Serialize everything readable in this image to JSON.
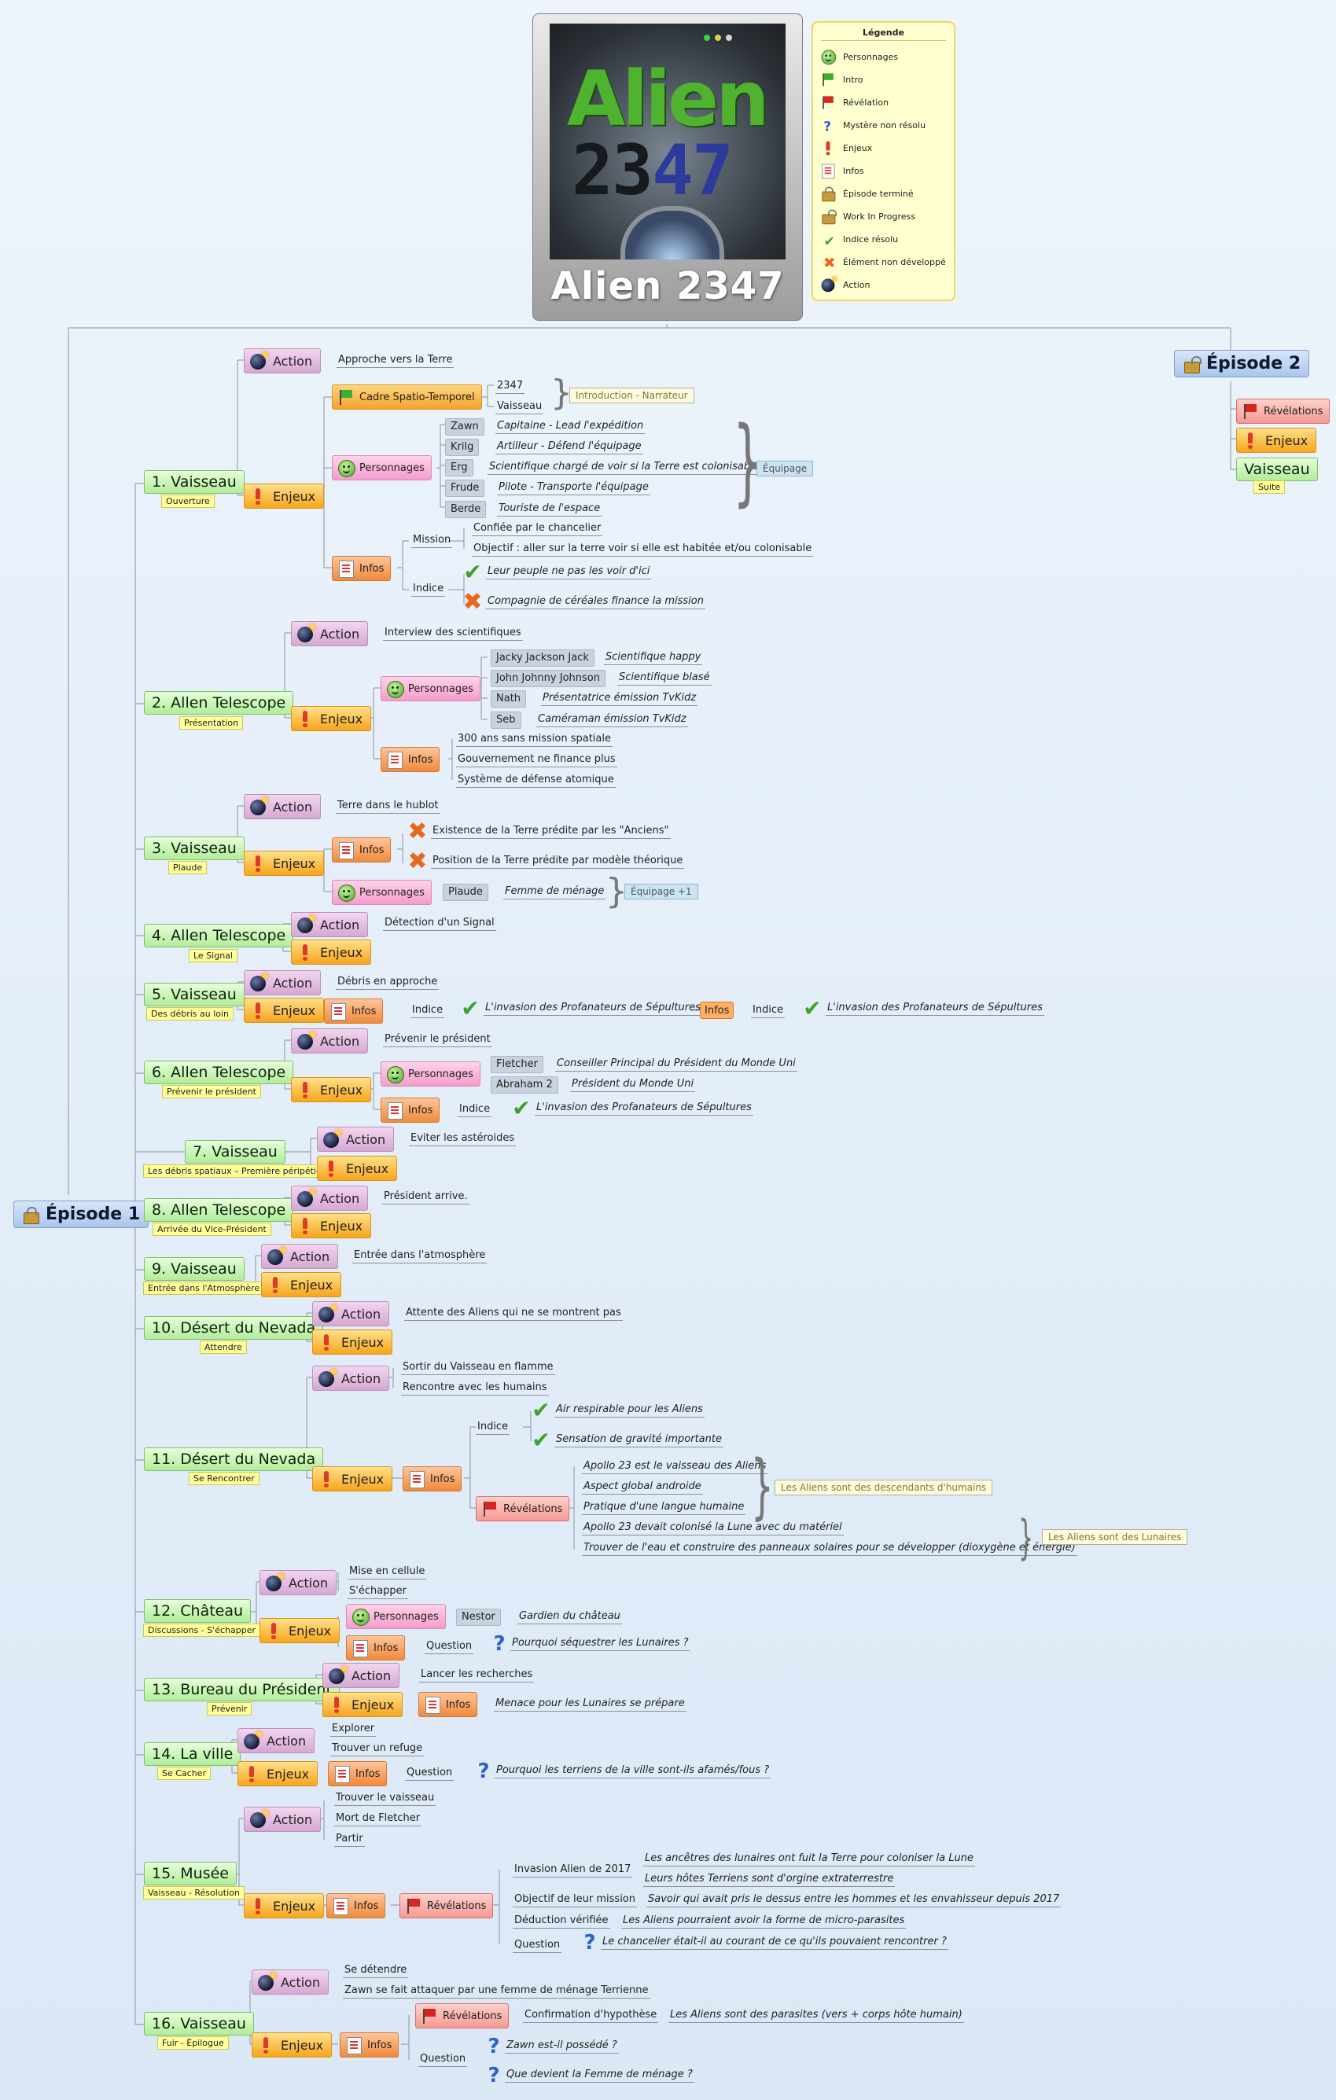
{
  "title": {
    "image_title": "Alien 2347",
    "poster_logo_top": "Alien",
    "poster_logo_num_a": "23",
    "poster_logo_num_b": "47"
  },
  "legend": {
    "heading": "Légende",
    "items": [
      {
        "icon": "smiley-icon",
        "label": "Personnages"
      },
      {
        "icon": "green-flag-icon",
        "label": "Intro"
      },
      {
        "icon": "red-flag-icon",
        "label": "Révélation"
      },
      {
        "icon": "question-mark-icon",
        "label": "Mystère non résolu"
      },
      {
        "icon": "exclamation-icon",
        "label": "Enjeux"
      },
      {
        "icon": "memo-icon",
        "label": "Infos"
      },
      {
        "icon": "lock-icon",
        "label": "Épisode terminé"
      },
      {
        "icon": "unlock-icon",
        "label": "Work In Progress"
      },
      {
        "icon": "check-icon",
        "label": "Indice résolu"
      },
      {
        "icon": "cross-icon",
        "label": "Élément non développé"
      },
      {
        "icon": "bomb-icon",
        "label": "Action"
      }
    ]
  },
  "labels": {
    "action": "Action",
    "enjeux": "Enjeux",
    "infos": "Infos",
    "personnages": "Personnages",
    "revelations": "Révélations",
    "mission": "Mission",
    "indice": "Indice",
    "question": "Question"
  },
  "episode1": {
    "label": "Épisode 1"
  },
  "episode2": {
    "label": "Épisode 2",
    "revelations": "Révélations",
    "enjeux": "Enjeux",
    "vaisseau": "Vaisseau",
    "suite": "Suite"
  },
  "ch1": {
    "title": "1. Vaisseau",
    "note": "Ouverture",
    "action_text": "Approche vers la Terre",
    "cadre": "Cadre Spatio-Temporel",
    "cadre_items": [
      "2347",
      "Vaisseau"
    ],
    "cadre_summary": "Introduction -  Narrateur",
    "crew": [
      {
        "name": "Zawn",
        "desc": "Capitaine - Lead l'expédition"
      },
      {
        "name": "Krilg",
        "desc": "Artilleur - Défend l'équipage"
      },
      {
        "name": "Erg",
        "desc": "Scientifique chargé de voir si la Terre est colonisable"
      },
      {
        "name": "Frude",
        "desc": "Pilote - Transporte l'équipage"
      },
      {
        "name": "Berde",
        "desc": "Touriste de l'espace"
      }
    ],
    "crew_summary": "Équipage",
    "mission": [
      "Confiée par le chancelier",
      "Objectif : aller sur la terre voir si elle est habitée et/ou colonisable"
    ],
    "indice": [
      "Leur peuple ne pas les voir d'ici",
      "Compagnie de céréales finance la mission"
    ]
  },
  "ch2": {
    "title": "2. Allen Telescope",
    "note": "Présentation",
    "action_text": "Interview des scientifiques",
    "people": [
      {
        "name": "Jacky Jackson Jack",
        "desc": "Scientifique happy"
      },
      {
        "name": "John Johnny Johnson",
        "desc": "Scientifique blasé"
      },
      {
        "name": "Nath",
        "desc": "Présentatrice émission TvKidz"
      },
      {
        "name": "Seb",
        "desc": "Caméraman émission TvKidz"
      }
    ],
    "infos": [
      "300 ans sans mission spatiale",
      "Gouvernement ne finance plus",
      "Système de défense atomique"
    ]
  },
  "ch3": {
    "title": "3. Vaisseau",
    "note": "Plaude",
    "action_text": "Terre dans le hublot",
    "infos": [
      "Existence de la Terre prédite par les \"Anciens\"",
      "Position de la Terre prédite par modèle théorique"
    ],
    "person": {
      "name": "Plaude",
      "desc": "Femme de ménage"
    },
    "summary": "Équipage +1"
  },
  "ch4": {
    "title": "4. Allen Telescope",
    "note": "Le Signal",
    "action_text": "Détection d'un Signal"
  },
  "ch5": {
    "title": "5. Vaisseau",
    "note": "Des débris au loin",
    "action_text": "Débris en approche",
    "indice_a": "L'invasion des Profanateurs de Sépultures",
    "indice_b": "L'invasion des Profanateurs de Sépultures"
  },
  "ch6": {
    "title": "6. Allen Telescope",
    "note": "Prévenir le président",
    "action_text": "Prévenir le président",
    "people": [
      {
        "name": "Fletcher",
        "desc": "Conseiller Principal du Président du Monde Uni"
      },
      {
        "name": "Abraham 2",
        "desc": "Président du Monde Uni"
      }
    ],
    "indice": "L'invasion des Profanateurs de Sépultures"
  },
  "ch7": {
    "title": "7. Vaisseau",
    "note": "Les débris spatiaux – Première péripétie",
    "action_text": "Eviter les astéroides"
  },
  "ch8": {
    "title": "8. Allen Telescope",
    "note": "Arrivée du Vice-Président",
    "action_text": "Président arrive."
  },
  "ch9": {
    "title": "9. Vaisseau",
    "note": "Entrée dans l'Atmosphère",
    "action_text": "Entrée dans l'atmosphère"
  },
  "ch10": {
    "title": "10. Désert du Nevada",
    "note": "Attendre",
    "action_text": "Attente des Aliens qui ne se montrent pas"
  },
  "ch11": {
    "title": "11. Désert du Nevada",
    "note": "Se Rencontrer",
    "actions": [
      "Sortir du Vaisseau en flamme",
      "Rencontre avec les humains"
    ],
    "indice": [
      "Air respirable pour les Aliens",
      "Sensation de gravité importante"
    ],
    "revs_a": [
      "Apollo 23 est le vaisseau des Aliens",
      "Aspect global androide",
      "Pratique d'une langue humaine"
    ],
    "summary_a": "Les Aliens sont des descendants d'humains",
    "revs_b": [
      "Apollo 23 devait colonisé la Lune avec du matériel",
      "Trouver de l'eau et construire des panneaux solaires pour se développer (dioxygène et énergie)"
    ],
    "summary_b": "Les Aliens sont des Lunaires"
  },
  "ch12": {
    "title": "12. Château",
    "note": "Discussions - S'échapper",
    "actions": [
      "Mise en cellule",
      "S'échapper"
    ],
    "person": {
      "name": "Nestor",
      "desc": "Gardien du château"
    },
    "question": "Pourquoi séquestrer les Lunaires ?"
  },
  "ch13": {
    "title": "13. Bureau du Président",
    "note": "Prévenir",
    "action_text": "Lancer les recherches",
    "info": "Menace pour les Lunaires se prépare"
  },
  "ch14": {
    "title": "14. La ville",
    "note": "Se Cacher",
    "actions": [
      "Explorer",
      "Trouver un refuge"
    ],
    "question": "Pourquoi les terriens de la ville sont-ils afamés/fous ?"
  },
  "ch15": {
    "title": "15. Musée",
    "note": "Vaisseau - Résolution",
    "actions": [
      "Trouver le vaisseau",
      "Mort de Fletcher",
      "Partir"
    ],
    "invasion": "Invasion Alien de 2017",
    "invasion_items": [
      "Les ancêtres des lunaires ont fuit la Terre pour coloniser la Lune",
      "Leurs hôtes Terriens sont d'orgine extraterrestre"
    ],
    "objectif": "Objectif de leur mission",
    "objectif_item": "Savoir qui avait pris le dessus entre les hommes et les envahisseur depuis 2017",
    "deduction": "Déduction vérifiée",
    "deduction_item": "Les Aliens pourraient avoir la forme de micro-parasites",
    "question": "Le chancelier était-il au courant de ce qu'ils pouvaient rencontrer ?"
  },
  "ch16": {
    "title": "16. Vaisseau",
    "note": "Fuir - Épilogue",
    "actions": [
      "Se détendre",
      "Zawn se fait attaquer par une femme de ménage Terrienne"
    ],
    "confirmation": "Confirmation d'hypothèse",
    "confirmation_item": "Les Aliens sont des parasites (vers + corps hôte humain)",
    "questions": [
      "Zawn est-il possédé ?",
      "Que devient la Femme de ménage ?"
    ]
  },
  "colors": {
    "background": "#e4eef9",
    "chapter": "#b2ec9a",
    "episode": "#a9c6ee",
    "action": "#d6a8d3",
    "enjeux": "#f7a51c",
    "infos": "#f08a3c",
    "personnages": "#f49ccc",
    "revelations": "#f59a92",
    "note": "#ffff99"
  }
}
